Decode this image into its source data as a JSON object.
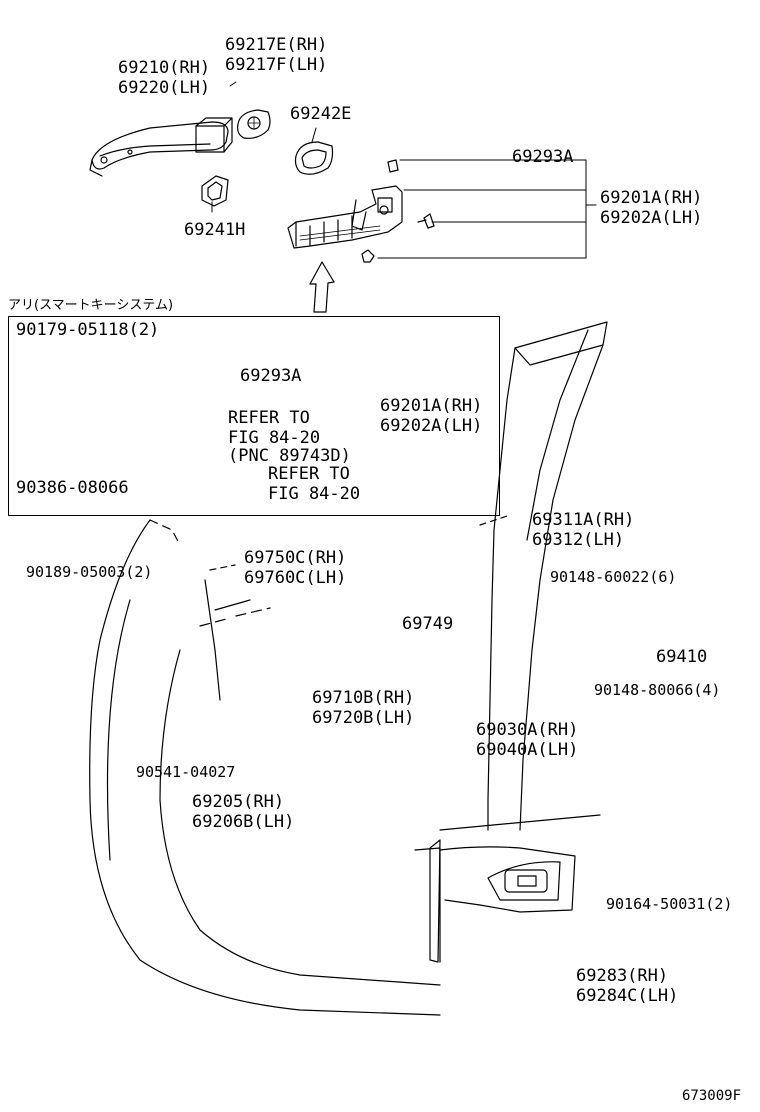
{
  "inset_title": "アリ(スマートキーシステム)",
  "figure_code": "673009F",
  "labels": {
    "p69210": "69210(RH)",
    "p69220": "69220(LH)",
    "p69217e": "69217E(RH)",
    "p69217f": "69217F(LH)",
    "p69242e": "69242E",
    "p69241h": "69241H",
    "p69293a_top": "69293A",
    "p69201a_top": "69201A(RH)",
    "p69202a_top": "69202A(LH)",
    "p90179": "90179-05118(2)",
    "p69293a_in": "69293A",
    "p69201a_in": "69201A(RH)",
    "p69202a_in": "69202A(LH)",
    "refer1a": "REFER TO",
    "refer1b": "FIG 84-20",
    "refer1c": "(PNC 89743D)",
    "refer2a": "REFER TO",
    "refer2b": "FIG 84-20",
    "p90386": "90386-08066",
    "p69311a": "69311A(RH)",
    "p69312": "69312(LH)",
    "p90189": "90189-05003(2)",
    "p69750c": "69750C(RH)",
    "p69760c": "69760C(LH)",
    "p90148a": "90148-60022(6)",
    "p69749": "69749",
    "p69410": "69410",
    "p69710b": "69710B(RH)",
    "p69720b": "69720B(LH)",
    "p90148b": "90148-80066(4)",
    "p69030a": "69030A(RH)",
    "p69040a": "69040A(LH)",
    "p90541": "90541-04027",
    "p69205": "69205(RH)",
    "p69206b": "69206B(LH)",
    "p90164": "90164-50031(2)",
    "p69283": "69283(RH)",
    "p69284c": "69284C(LH)"
  }
}
